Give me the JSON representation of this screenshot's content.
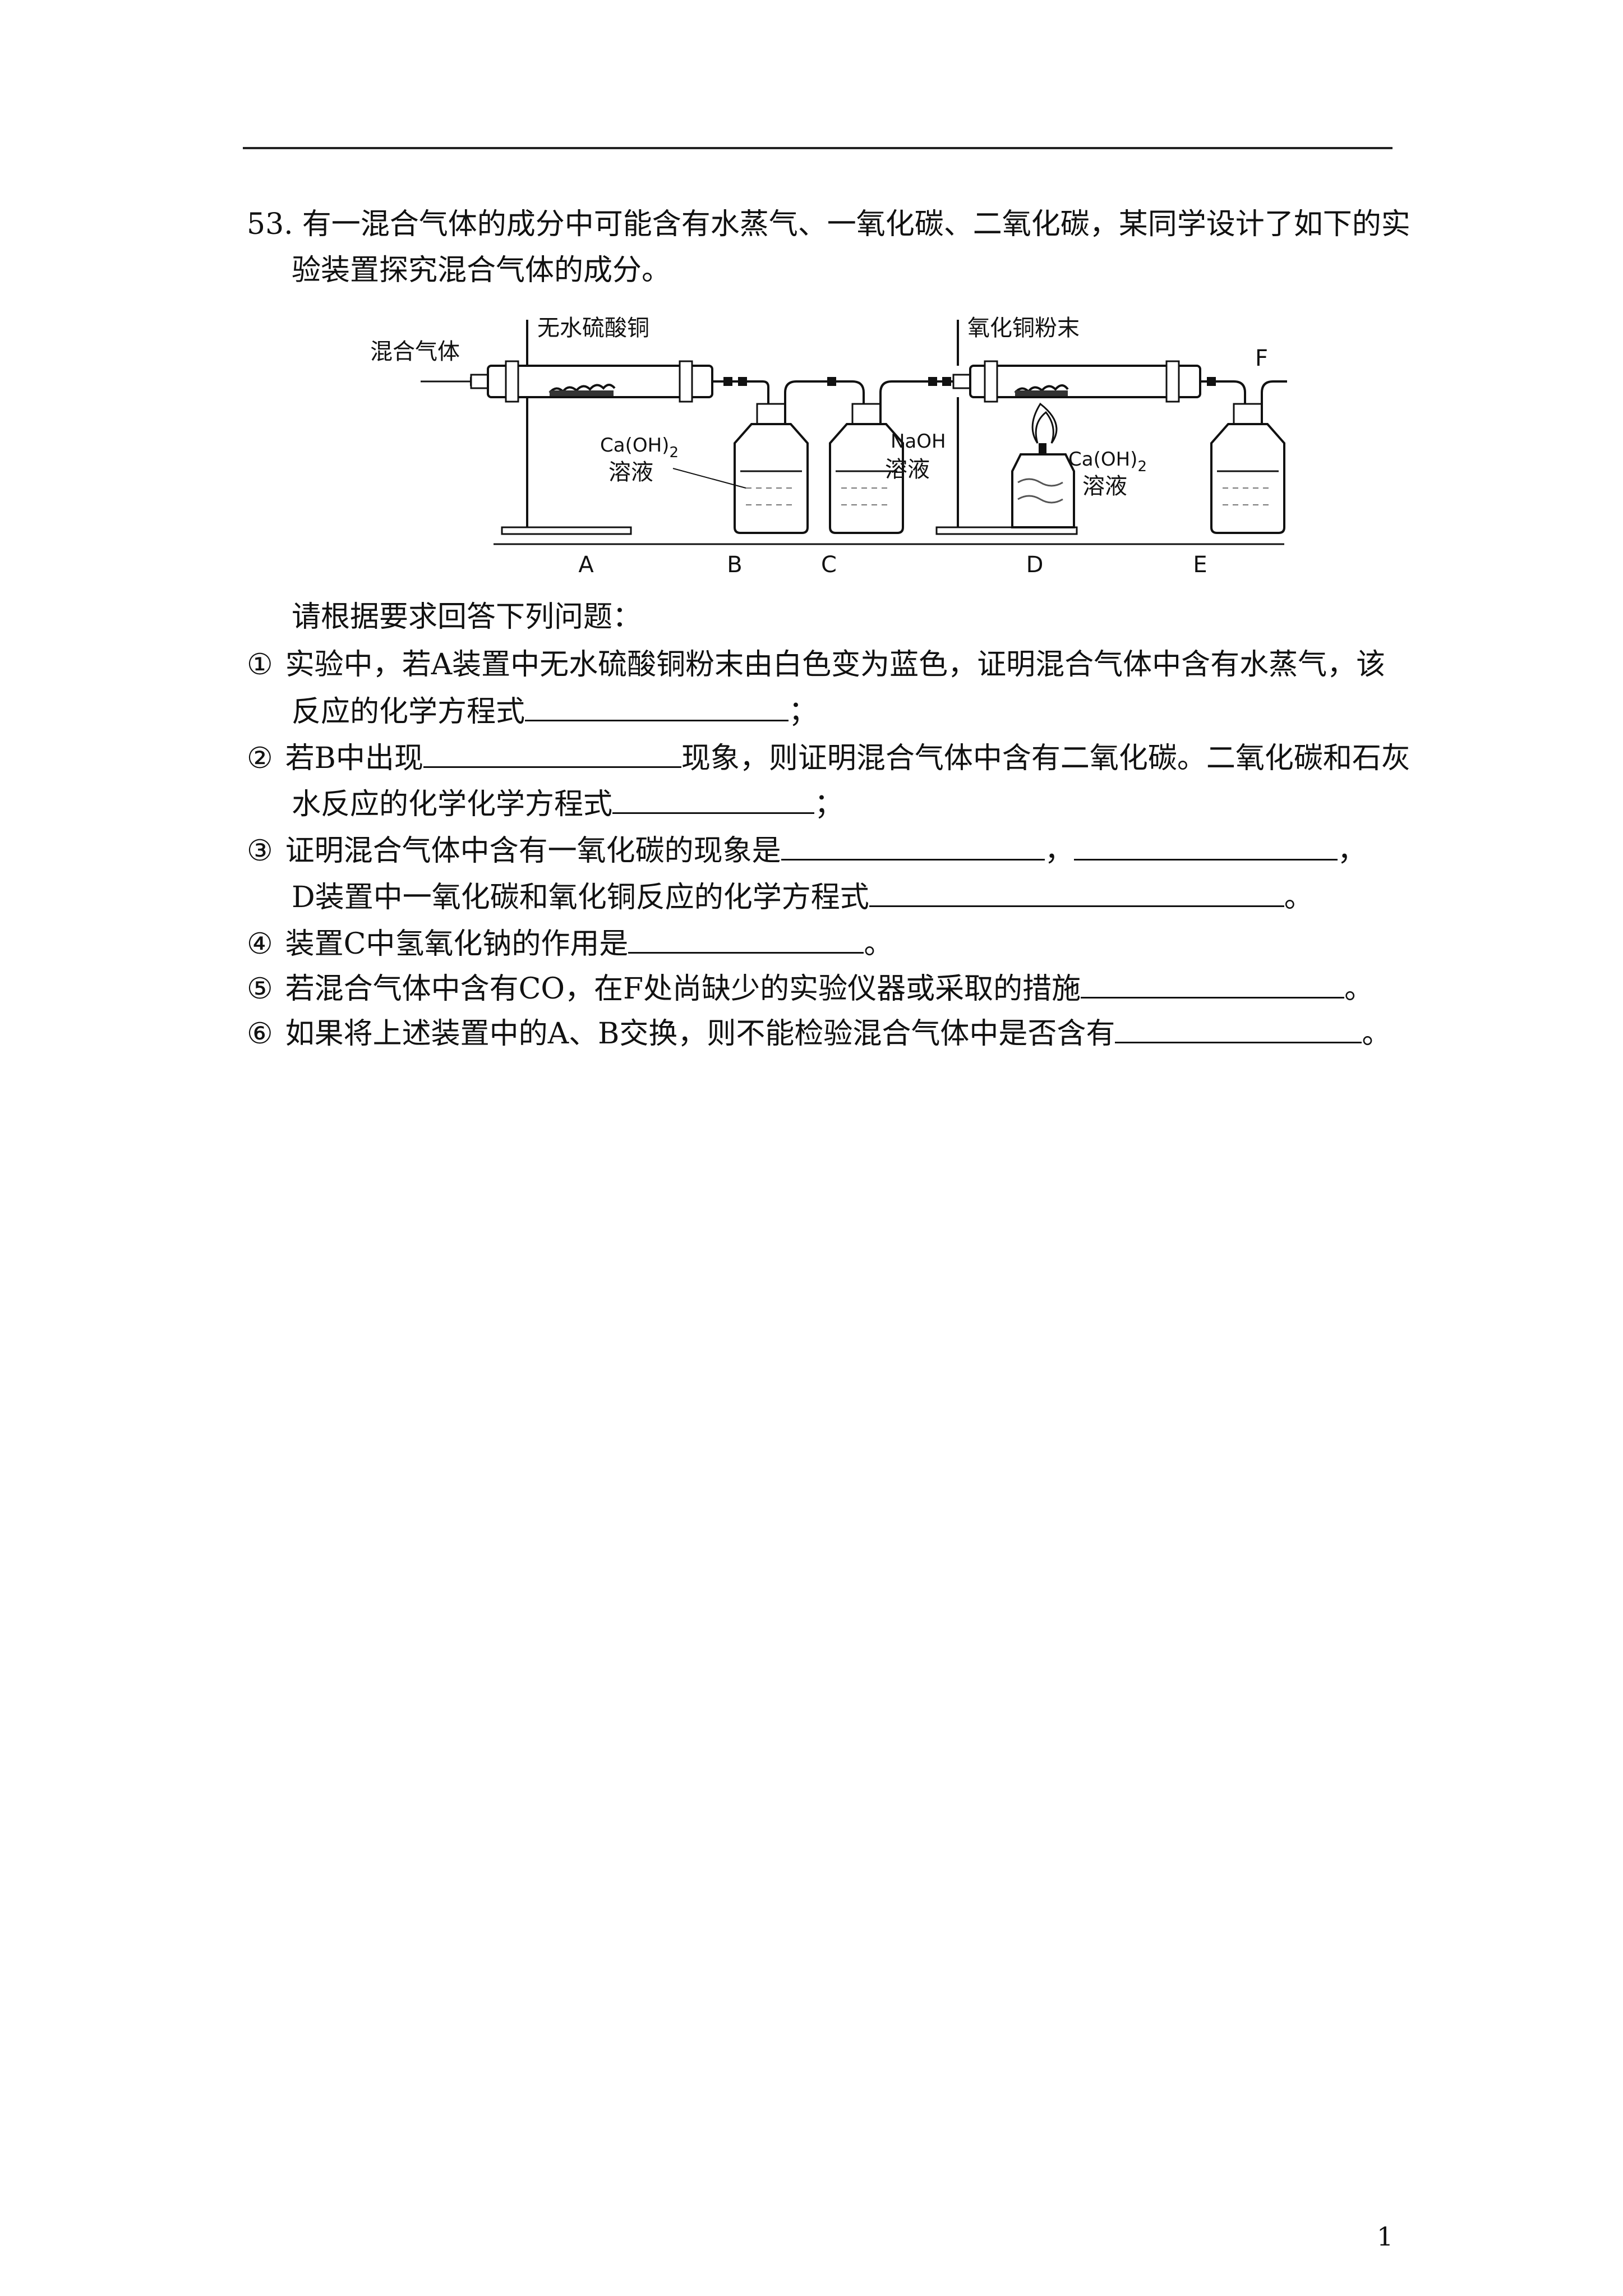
{
  "question": {
    "number": "53.",
    "intro_line1": "有一混合气体的成分中可能含有水蒸气、一氧化碳、二氧化碳，某同学设计了如下的实",
    "intro_line2": "验装置探究混合气体的成分。"
  },
  "figure": {
    "label_gas_in": "混合气体",
    "label_cuso4": "无水硫酸铜",
    "label_cuo": "氧化铜粉末",
    "label_caoh2_b": "Ca(OH)",
    "label_sub2_b": "2",
    "label_solution_b": "溶液",
    "label_naoh": "NaOH",
    "label_solution_c": "溶液",
    "label_caoh2_e": "Ca(OH)",
    "label_sub2_e": "2",
    "label_solution_e": "溶液",
    "label_f": "F",
    "letters": [
      "A",
      "B",
      "C",
      "D",
      "E"
    ]
  },
  "prompt": "请根据要求回答下列问题：",
  "items": [
    {
      "num": "①",
      "line1": "实验中，若A装置中无水硫酸铜粉末由白色变为蓝色，证明混合气体中含有水蒸气，该",
      "line2_pre": "反应的化学方程式",
      "line2_post": "；"
    },
    {
      "num": "②",
      "line1_pre": "若B中出现",
      "line1_post": "现象，则证明混合气体中含有二氧化碳。二氧化碳和石灰",
      "line2_pre": "水反应的化学化学方程式",
      "line2_post": "；"
    },
    {
      "num": "③",
      "line1_pre": "证明混合气体中含有一氧化碳的现象是",
      "line1_mid": "，",
      "line1_post": "，",
      "line2_pre": "D装置中一氧化碳和氧化铜反应的化学方程式",
      "line2_post": "。"
    },
    {
      "num": "④",
      "pre": "装置C中氢氧化钠的作用是",
      "post": "。"
    },
    {
      "num": "⑤",
      "pre": "若混合气体中含有CO，在F处尚缺少的实验仪器或采取的措施",
      "post": "。"
    },
    {
      "num": "⑥",
      "pre": "如果将上述装置中的A、B交换，则不能检验混合气体中是否含有",
      "post": "。"
    }
  ],
  "page_number": "1"
}
